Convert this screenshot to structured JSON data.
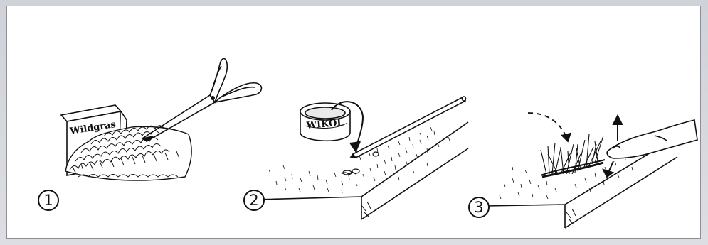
{
  "steps": [
    {
      "number": "1",
      "label": "Wildgras"
    },
    {
      "number": "2",
      "label": "WIKOL"
    },
    {
      "number": "3"
    }
  ]
}
